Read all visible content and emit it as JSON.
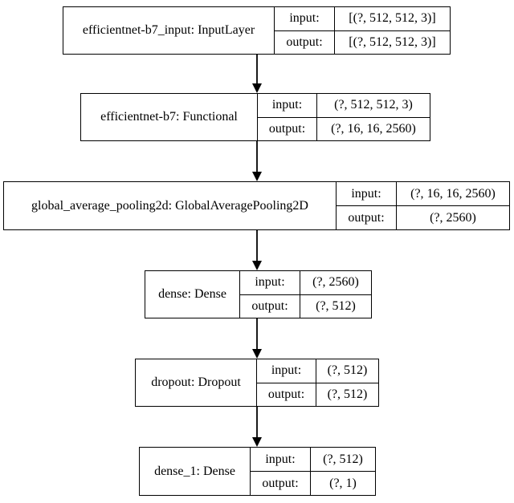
{
  "diagram": {
    "kind": "keras-model-architecture",
    "row_labels": {
      "input": "input:",
      "output": "output:"
    },
    "colors": {
      "border": "#000000",
      "background": "#ffffff",
      "text": "#000000",
      "edge": "#000000"
    },
    "layers": [
      {
        "name": "efficientnet-b7_input: InputLayer",
        "input_shape": "[(?, 512, 512, 3)]",
        "output_shape": "[(?, 512, 512, 3)]"
      },
      {
        "name": "efficientnet-b7: Functional",
        "input_shape": "(?, 512, 512, 3)",
        "output_shape": "(?, 16, 16, 2560)"
      },
      {
        "name": "global_average_pooling2d: GlobalAveragePooling2D",
        "input_shape": "(?, 16, 16, 2560)",
        "output_shape": "(?, 2560)"
      },
      {
        "name": "dense: Dense",
        "input_shape": "(?, 2560)",
        "output_shape": "(?, 512)"
      },
      {
        "name": "dropout: Dropout",
        "input_shape": "(?, 512)",
        "output_shape": "(?, 512)"
      },
      {
        "name": "dense_1: Dense",
        "input_shape": "(?, 512)",
        "output_shape": "(?, 1)"
      }
    ]
  }
}
